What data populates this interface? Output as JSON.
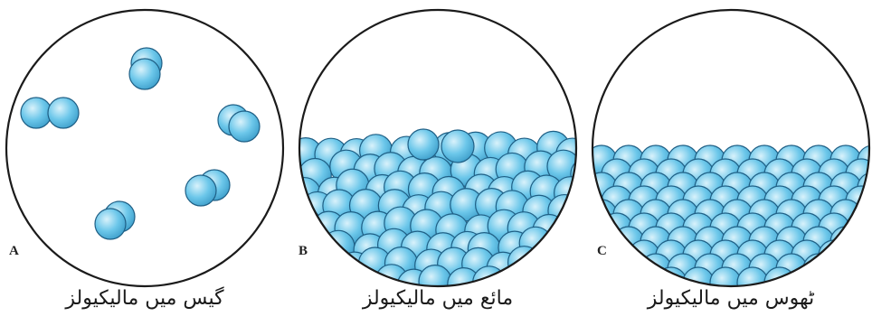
{
  "colors": {
    "molecule_fill": "#6cc7ea",
    "molecule_highlight": "#d9f2fb",
    "molecule_stroke": "#1f5f85",
    "outline": "#1b1b1b"
  },
  "panels": [
    {
      "letter": "A",
      "caption": "گیس میں مالیکیولز",
      "state": "gas"
    },
    {
      "letter": "B",
      "caption": "مائع میں مالیکیولز",
      "state": "liquid"
    },
    {
      "letter": "C",
      "caption": "ٹھوس میں مالیکیولز",
      "state": "solid"
    }
  ]
}
